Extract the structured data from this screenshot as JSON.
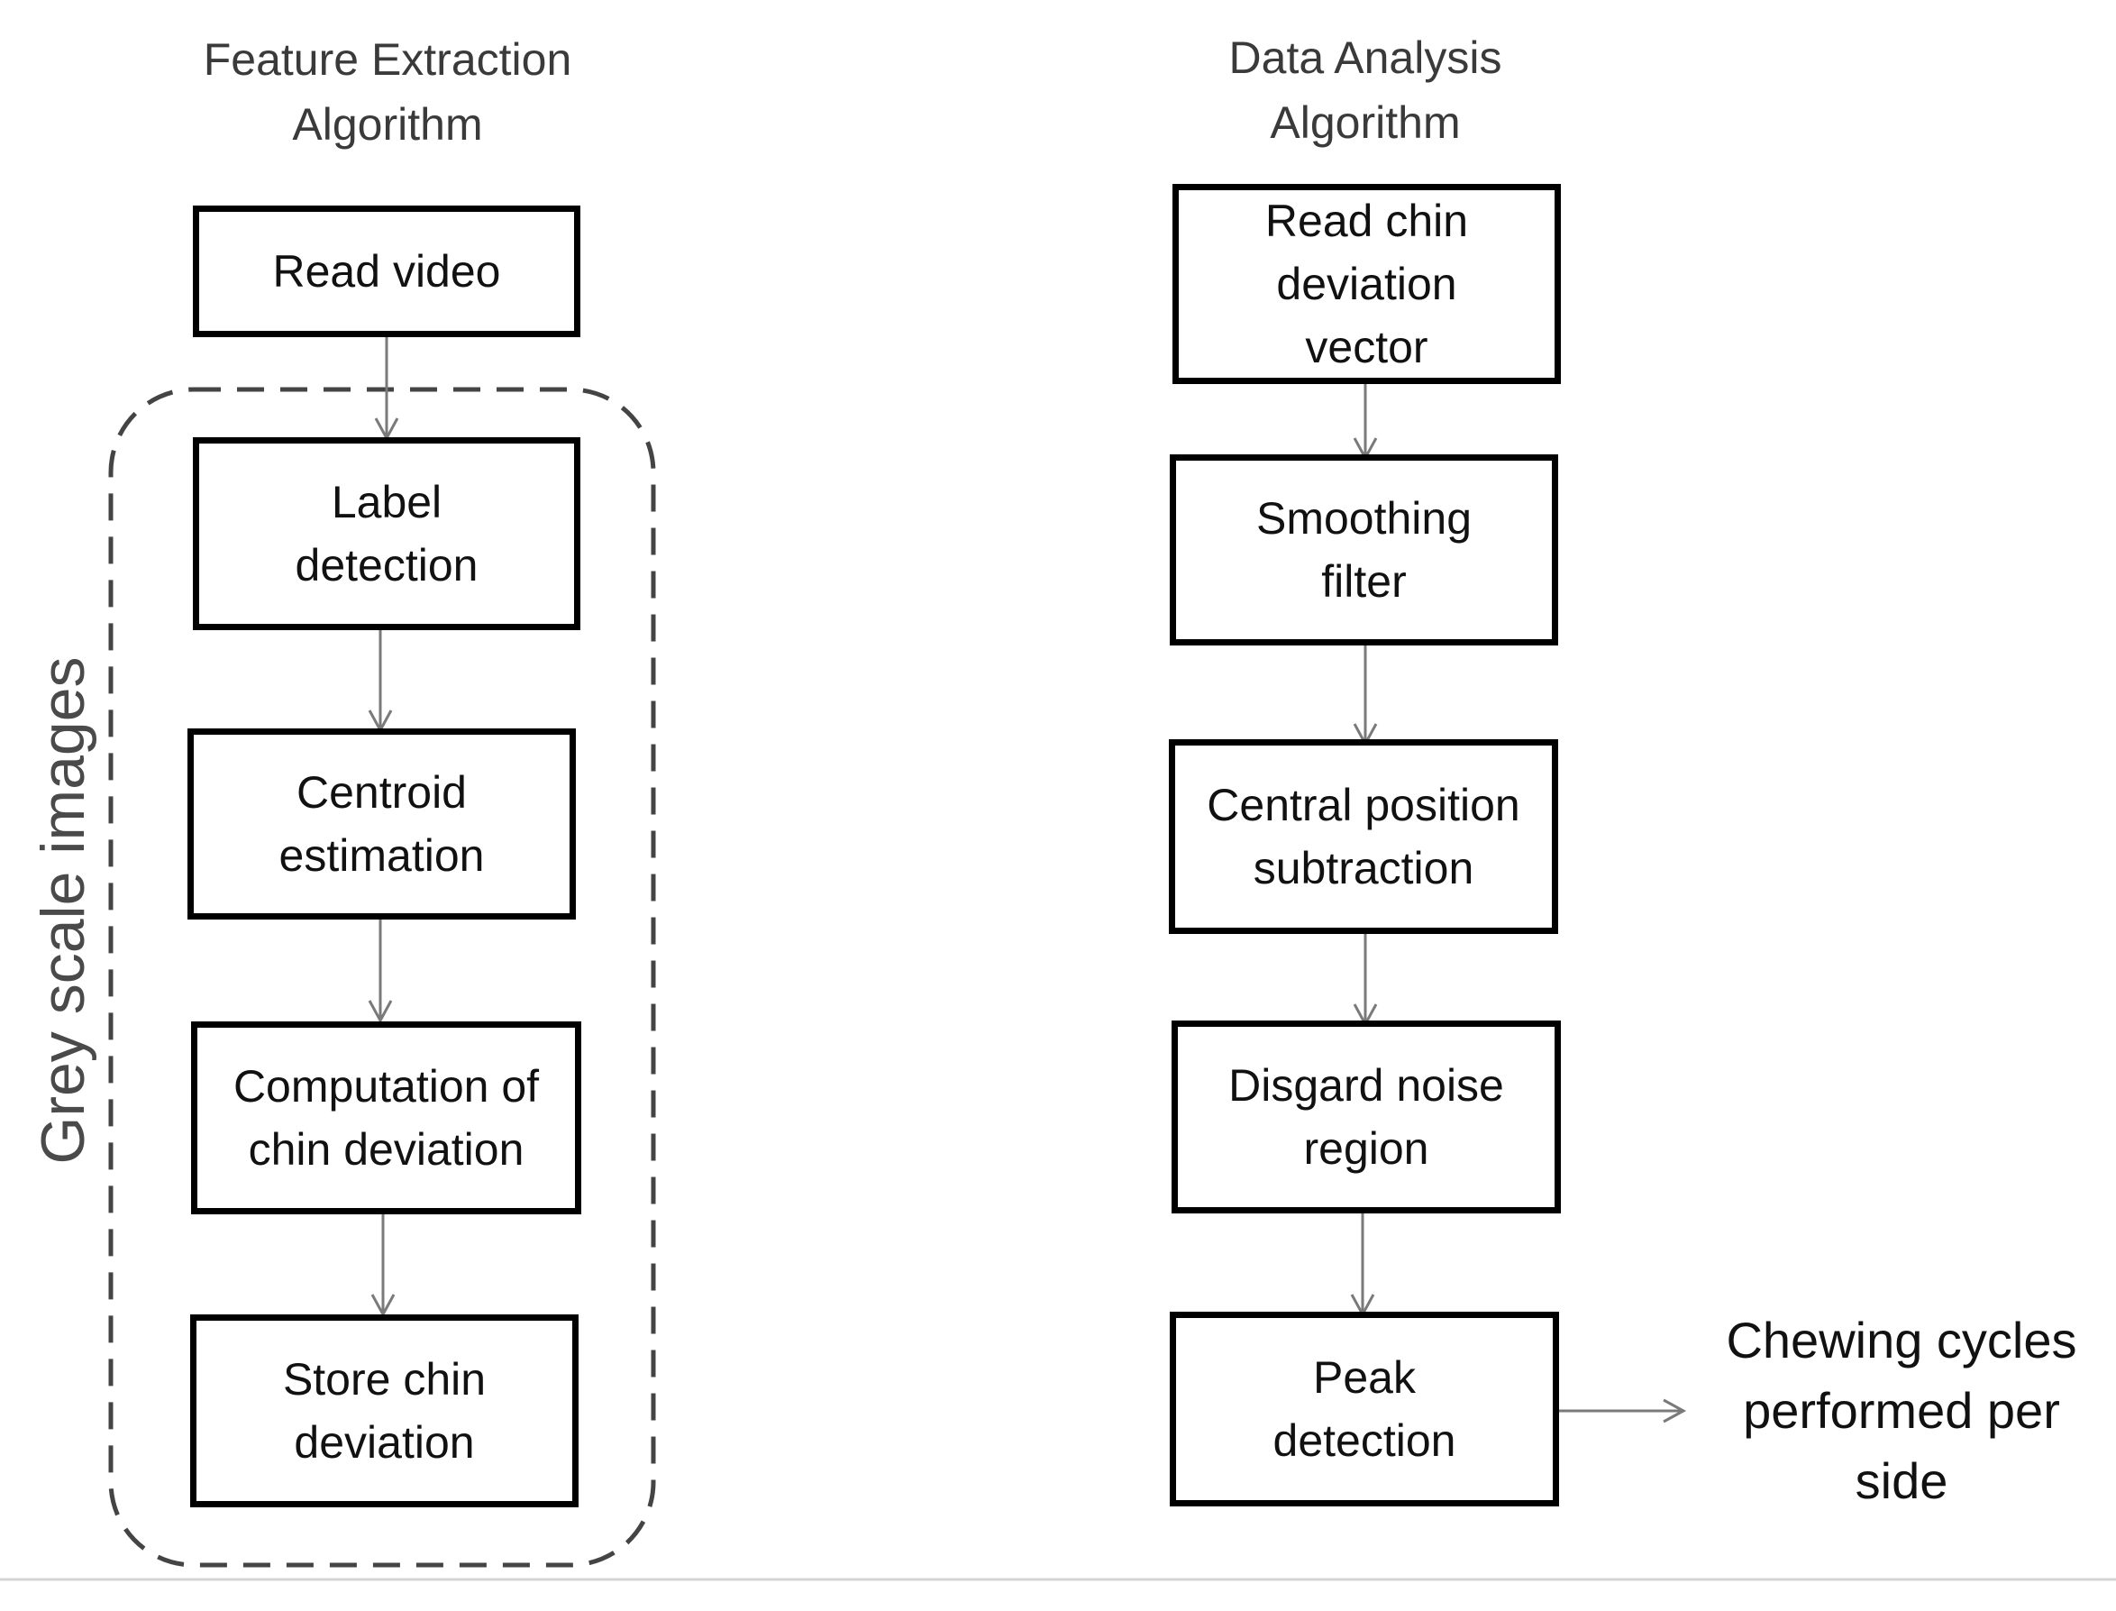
{
  "left_column": {
    "heading": [
      "Feature Extraction",
      "Algorithm"
    ],
    "group_label": "Grey scale images",
    "steps": [
      {
        "lines": [
          "Read video"
        ]
      },
      {
        "lines": [
          "Label",
          "detection"
        ]
      },
      {
        "lines": [
          "Centroid",
          "estimation"
        ]
      },
      {
        "lines": [
          "Computation of",
          "chin deviation"
        ]
      },
      {
        "lines": [
          "Store chin",
          "deviation"
        ]
      }
    ]
  },
  "right_column": {
    "heading": [
      "Data Analysis",
      "Algorithm"
    ],
    "steps": [
      {
        "lines": [
          "Read chin",
          "deviation",
          "vector"
        ]
      },
      {
        "lines": [
          "Smoothing",
          "filter"
        ]
      },
      {
        "lines": [
          "Central position",
          "subtraction"
        ]
      },
      {
        "lines": [
          "Disgard noise",
          "region"
        ]
      },
      {
        "lines": [
          "Peak",
          "detection"
        ]
      }
    ],
    "output": [
      "Chewing cycles",
      "performed per",
      "side"
    ]
  },
  "colors": {
    "box_border": "#000000",
    "arrow": "#7a7a7a",
    "dashed_group": "#444444",
    "heading_text": "#3a3a3a"
  }
}
